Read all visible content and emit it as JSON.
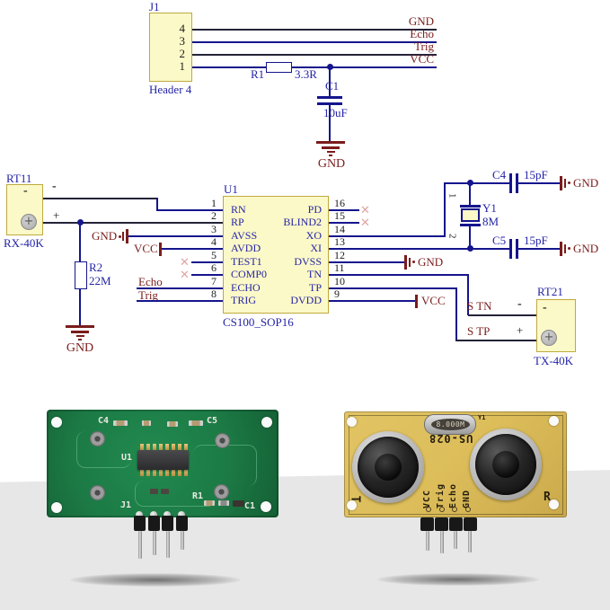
{
  "schematic": {
    "j1": {
      "ref": "J1",
      "footprint": "Header 4",
      "pins": [
        "4",
        "3",
        "2",
        "1"
      ]
    },
    "top_nets": [
      "GND",
      "Echo",
      "Trig",
      "VCC"
    ],
    "r1": {
      "ref": "R1",
      "value": "3.3R"
    },
    "c1": {
      "ref": "C1",
      "value": "10uF"
    },
    "gnd": "GND",
    "vcc": "VCC",
    "echo": "Echo",
    "trig": "Trig",
    "nc_mark": "✕",
    "rt11": {
      "ref": "RT11",
      "part": "RX-40K",
      "minus": "-",
      "plus": "+"
    },
    "r2": {
      "ref": "R2",
      "value": "22M"
    },
    "u1": {
      "ref": "U1",
      "part": "CS100_SOP16",
      "left": [
        {
          "num": "1",
          "name": "RN"
        },
        {
          "num": "2",
          "name": "RP"
        },
        {
          "num": "3",
          "name": "AVSS"
        },
        {
          "num": "4",
          "name": "AVDD"
        },
        {
          "num": "5",
          "name": "TEST1"
        },
        {
          "num": "6",
          "name": "COMP0"
        },
        {
          "num": "7",
          "name": "ECHO"
        },
        {
          "num": "8",
          "name": "TRIG"
        }
      ],
      "right": [
        {
          "num": "16",
          "name": "PD"
        },
        {
          "num": "15",
          "name": "BLIND2"
        },
        {
          "num": "14",
          "name": "XO"
        },
        {
          "num": "13",
          "name": "XI"
        },
        {
          "num": "12",
          "name": "DVSS"
        },
        {
          "num": "11",
          "name": "TN"
        },
        {
          "num": "10",
          "name": "TP"
        },
        {
          "num": "9",
          "name": "DVDD"
        }
      ]
    },
    "y1": {
      "ref": "Y1",
      "value": "8M",
      "pin1": "1",
      "pin2": "2"
    },
    "c4": {
      "ref": "C4",
      "value": "15pF"
    },
    "c5": {
      "ref": "C5",
      "value": "15pF"
    },
    "rt21": {
      "ref": "RT21",
      "part": "TX-40K",
      "net_tn": "S TN",
      "net_tp": "S TP",
      "minus": "-",
      "plus": "+"
    }
  },
  "photos": {
    "left_board": {
      "silkscreen": {
        "c4": "C4",
        "c5": "C5",
        "u1": "U1",
        "j1": "J1",
        "r1": "R1",
        "c1": "C1"
      }
    },
    "right_board": {
      "crystal_marking": "8.000M",
      "crystal_ref": "Y1",
      "model_marking": "US-028",
      "pin_labels": [
        "VCC",
        "Trig",
        "Echo",
        "GND"
      ],
      "left_mark": "T",
      "right_mark": "R"
    }
  },
  "colors": {
    "wire": "#15158D",
    "net_text": "#7A1C1C",
    "ref_text": "#2424A8",
    "component_fill": "#FCF9C8",
    "component_border": "#BFA93F",
    "pcb_green": "#1C7A45",
    "pcb_yellow": "#DCBD5A"
  }
}
